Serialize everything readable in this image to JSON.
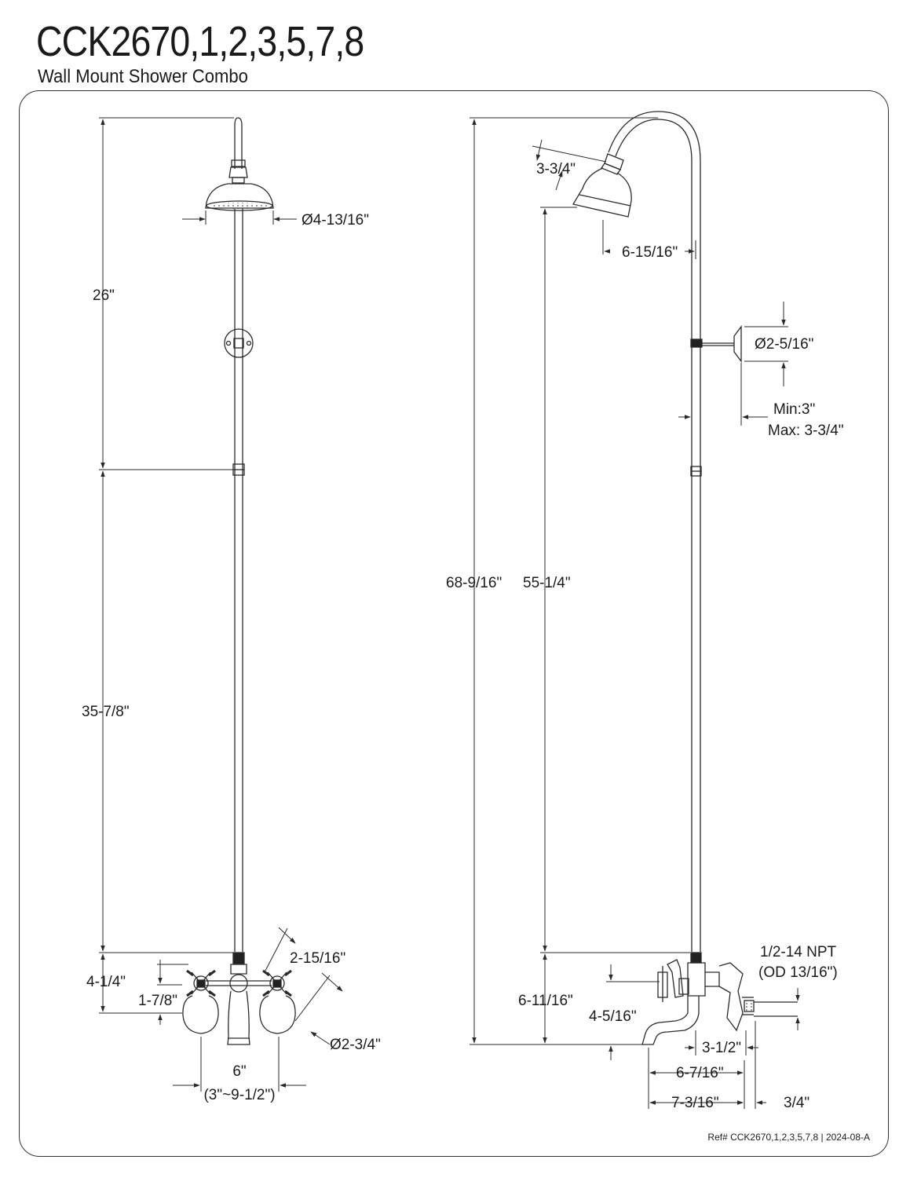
{
  "header": {
    "title": "CCK2670,1,2,3,5,7,8",
    "subtitle": "Wall Mount Shower Combo"
  },
  "front_view": {
    "dim_shower_head_diameter": "Ø4-13/16\"",
    "dim_upper_riser": "26\"",
    "dim_lower_riser": "35-7/8\"",
    "dim_faucet_height": "4-1/4\"",
    "dim_spout_offset": "1-7/8\"",
    "dim_handle": "2-15/16\"",
    "dim_flange_diameter": "Ø2-3/4\"",
    "dim_centers": "6\"",
    "dim_centers_range": "(3\"~9-1/2\")"
  },
  "side_view": {
    "dim_head_depth": "3-3/4\"",
    "dim_head_projection": "6-15/16\"",
    "dim_bracket_flange": "Ø2-5/16\"",
    "dim_bracket_min": "Min:3\"",
    "dim_bracket_max": "Max: 3-3/4\"",
    "dim_overall_height": "68-9/16\"",
    "dim_head_to_faucet": "55-1/4\"",
    "dim_faucet_to_spout": "6-11/16\"",
    "dim_spout_drop": "4-5/16\"",
    "dim_inlet_thread": "1/2-14 NPT",
    "dim_inlet_od": "(OD 13/16\")",
    "dim_body_to_wall": "3-1/2\"",
    "dim_spout_reach": "6-7/16\"",
    "dim_total_reach": "7-3/16\"",
    "dim_inlet_length": "3/4\""
  },
  "footer": {
    "reference": "Ref# CCK2670,1,2,3,5,7,8 | 2024-08-A"
  },
  "colors": {
    "line": "#2a2a2a",
    "background": "#ffffff"
  }
}
